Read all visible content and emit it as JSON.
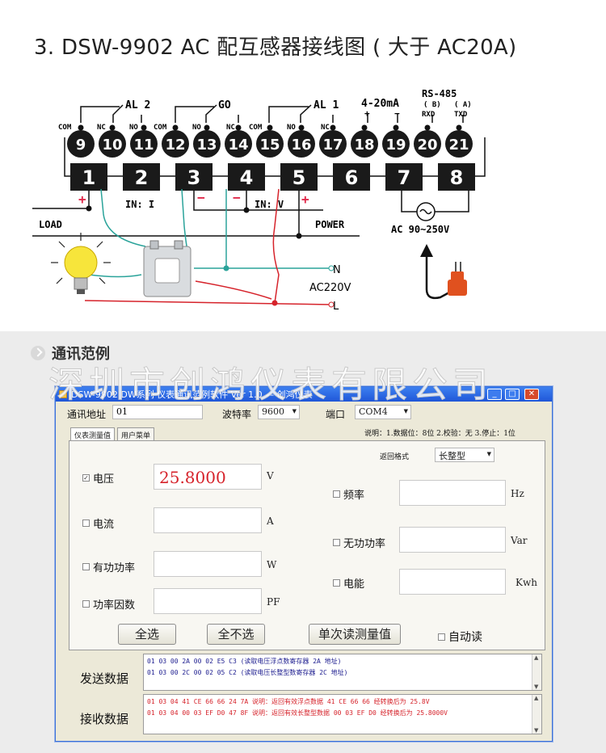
{
  "heading": "3. DSW-9902  AC 配互感器接线图 ( 大于 AC20A)",
  "terminals_top": [
    "9",
    "10",
    "11",
    "12",
    "13",
    "14",
    "15",
    "16",
    "17",
    "18",
    "19",
    "20",
    "21"
  ],
  "terminals_bottom": [
    "1",
    "2",
    "3",
    "4",
    "5",
    "6",
    "7",
    "8"
  ],
  "relays": {
    "al2": "AL 2",
    "go": "GO",
    "al1": "AL 1",
    "com": "COM",
    "nc": "NC",
    "no": "NO"
  },
  "signal": {
    "ma": "4-20mA",
    "plus": "+",
    "minus": "−",
    "rs485": "RS-485",
    "b": "( B)",
    "a": "( A)",
    "rxd": "RXD",
    "txd": "TXD"
  },
  "wiring": {
    "in_i": "IN: I",
    "in_v": "IN: V",
    "plus": "+",
    "minus": "−",
    "load": "LOAD",
    "power": "POWER",
    "supply": "AC 90~250V",
    "n": "N",
    "l": "L",
    "ac220": "AC220V"
  },
  "section": {
    "title": "通讯范例",
    "watermark": "深圳市创鸿仪表有限公司"
  },
  "app": {
    "title": "DSW-9902 DW系列 仪表通讯范例软件 Ver 1.0 — 创鸿仪表",
    "address_label": "通讯地址",
    "address_value": "01",
    "baud_label": "波特率",
    "baud_value": "9600",
    "port_label": "端口",
    "port_value": "COM4",
    "note": "说明：1.数据位：8位  2.校验：无  3.停止：1位",
    "tab_measure": "仪表测量值",
    "tab_user_menu": "用户菜单",
    "return_format_label": "返回格式",
    "return_format_value": "长整型",
    "voltage_label": "电压",
    "voltage_value": "25.8000",
    "voltage_unit": "V",
    "current_label": "电流",
    "current_unit": "A",
    "active_power_label": "有功功率",
    "active_power_unit": "W",
    "power_factor_label": "功率因数",
    "power_factor_unit": "PF",
    "frequency_label": "频率",
    "frequency_unit": "Hz",
    "reactive_power_label": "无功功率",
    "reactive_power_unit": "Var",
    "energy_label": "电能",
    "energy_unit": "Kwh",
    "select_all": "全选",
    "select_none": "全不选",
    "single_read": "单次读测量值",
    "auto_read": "自动读",
    "send_label": "发送数据",
    "recv_label": "接收数据",
    "send_lines": [
      "01 03 00 2A 00 02 E5 C3    (读取电压浮点数寄存器 2A 地址)",
      "01 03 00 2C 00 02 05 C2    (读取电压长整型数寄存器 2C 地址)"
    ],
    "recv_lines": [
      "01 03 04 41 CE 66 66 24 7A    说明：返回有效浮点数据    41 CE 66 66    经转换后为 25.8V",
      "01 03 04 00 03 EF D0 47 8F    说明：返回有效长整型数据  00 03 EF D0    经转换后为 25.8000V"
    ]
  },
  "colors": {
    "terminal": "#1a1a1a",
    "red_mark": "#e0294a",
    "teal_wire": "#2aa39a",
    "red_wire": "#d6232b",
    "voltage_text": "#d6232b",
    "plug": "#e0511f"
  }
}
